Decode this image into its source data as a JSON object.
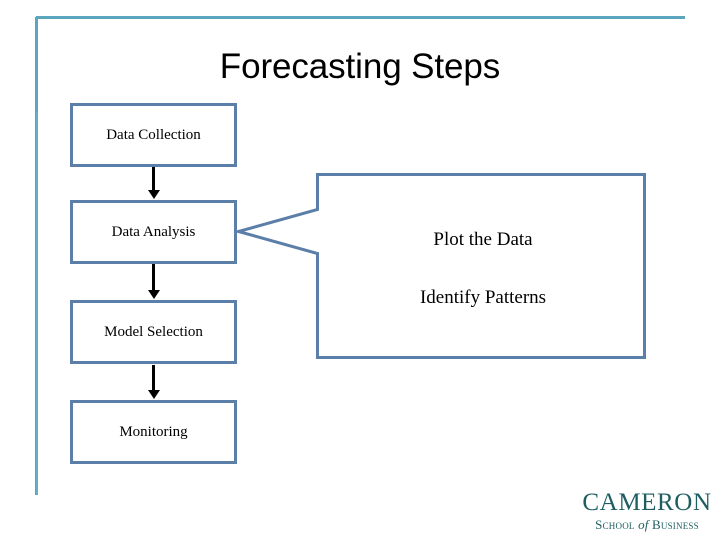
{
  "slide": {
    "title": "Forecasting Steps",
    "accent_frame_color": "#5BA5BE",
    "box_border_color": "#5B7FA8",
    "arrow_color": "#000000"
  },
  "flow": {
    "steps": [
      {
        "id": "data-collection",
        "label": "Data Collection"
      },
      {
        "id": "data-analysis",
        "label": "Data Analysis"
      },
      {
        "id": "model-selection",
        "label": "Model Selection"
      },
      {
        "id": "monitoring",
        "label": "Monitoring"
      }
    ],
    "connectors": [
      {
        "from": "data-collection",
        "to": "data-analysis",
        "icon": "arrow-down-icon"
      },
      {
        "from": "data-analysis",
        "to": "model-selection",
        "icon": "arrow-down-icon"
      },
      {
        "from": "model-selection",
        "to": "monitoring",
        "icon": "arrow-down-icon"
      }
    ]
  },
  "callout": {
    "points_to": "data-analysis",
    "lines": [
      "Plot the Data",
      "Identify Patterns"
    ]
  },
  "logo": {
    "main": "CAMERON",
    "sub_prefix": "School",
    "sub_italic": "of",
    "sub_suffix": "Business",
    "color": "#1E5E60"
  }
}
